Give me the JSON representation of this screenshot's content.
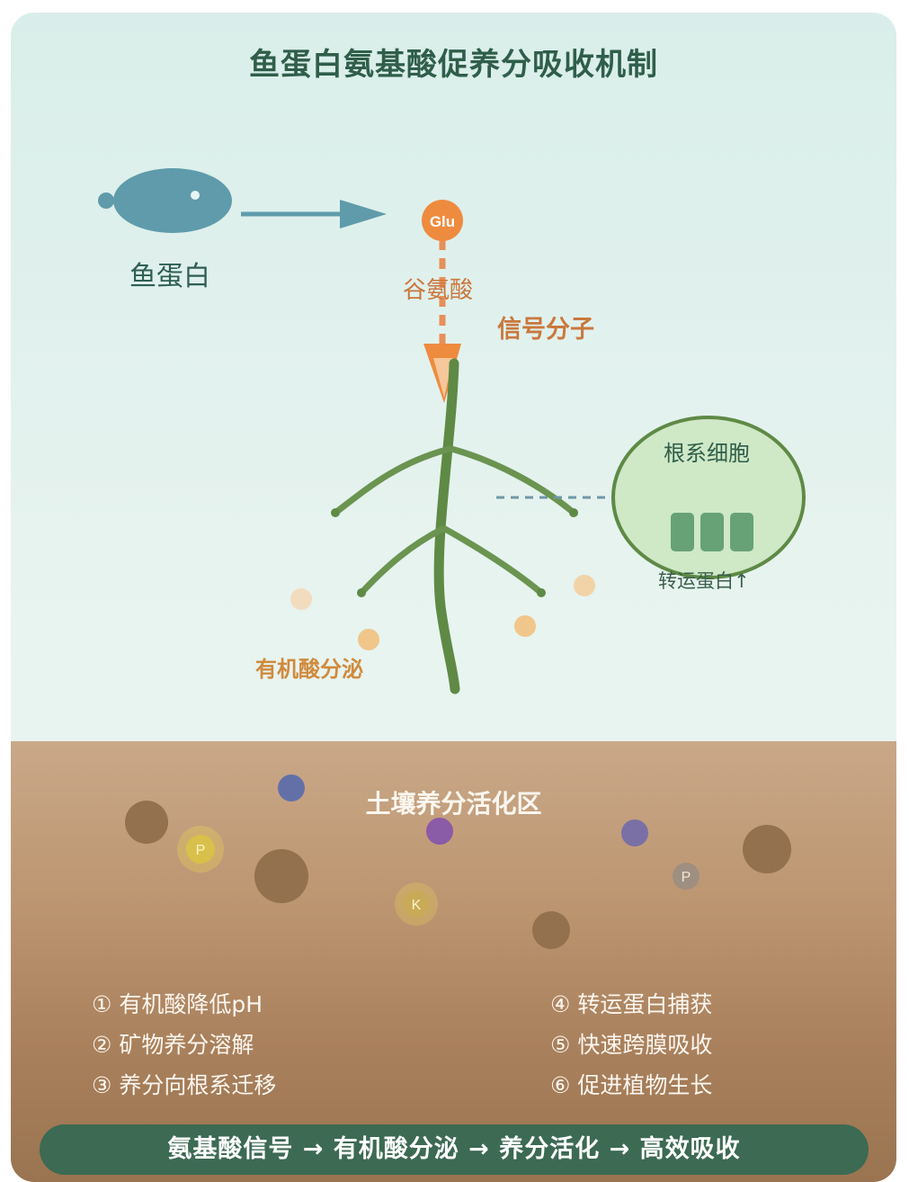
{
  "title": "鱼蛋白氨基酸促养分吸收机制",
  "fish": {
    "label": "鱼蛋白",
    "color": "#5f9bab"
  },
  "glu": {
    "badge": "Glu",
    "label": "谷氨酸",
    "color": "#ee8b3f"
  },
  "signal": {
    "label": "信号分子"
  },
  "root_cell": {
    "title": "根系细胞",
    "transporter_label": "转运蛋白↑"
  },
  "organic_acid": {
    "label": "有机酸分泌"
  },
  "soil": {
    "title": "土壤养分活化区",
    "particles": [
      {
        "kind": "mineral",
        "label": ""
      },
      {
        "kind": "mineral",
        "label": ""
      },
      {
        "kind": "mineral",
        "label": ""
      },
      {
        "kind": "mineral",
        "label": ""
      },
      {
        "kind": "nutrient",
        "label": "P"
      },
      {
        "kind": "nutrient",
        "label": "K"
      },
      {
        "kind": "nutrient",
        "label": "P"
      }
    ]
  },
  "steps_left": [
    "① 有机酸降低pH",
    "② 矿物养分溶解",
    "③ 养分向根系迁移"
  ],
  "steps_right": [
    "④ 转运蛋白捕获",
    "⑤ 快速跨膜吸收",
    "⑥ 促进植物生长"
  ],
  "summary": "氨基酸信号 → 有机酸分泌 → 养分活化 → 高效吸收",
  "colors": {
    "title": "#2f5e4a",
    "root": "#5e8a45",
    "soil": "#bd9672",
    "bar": "#3c6a53",
    "acid": "#f2c98c"
  }
}
